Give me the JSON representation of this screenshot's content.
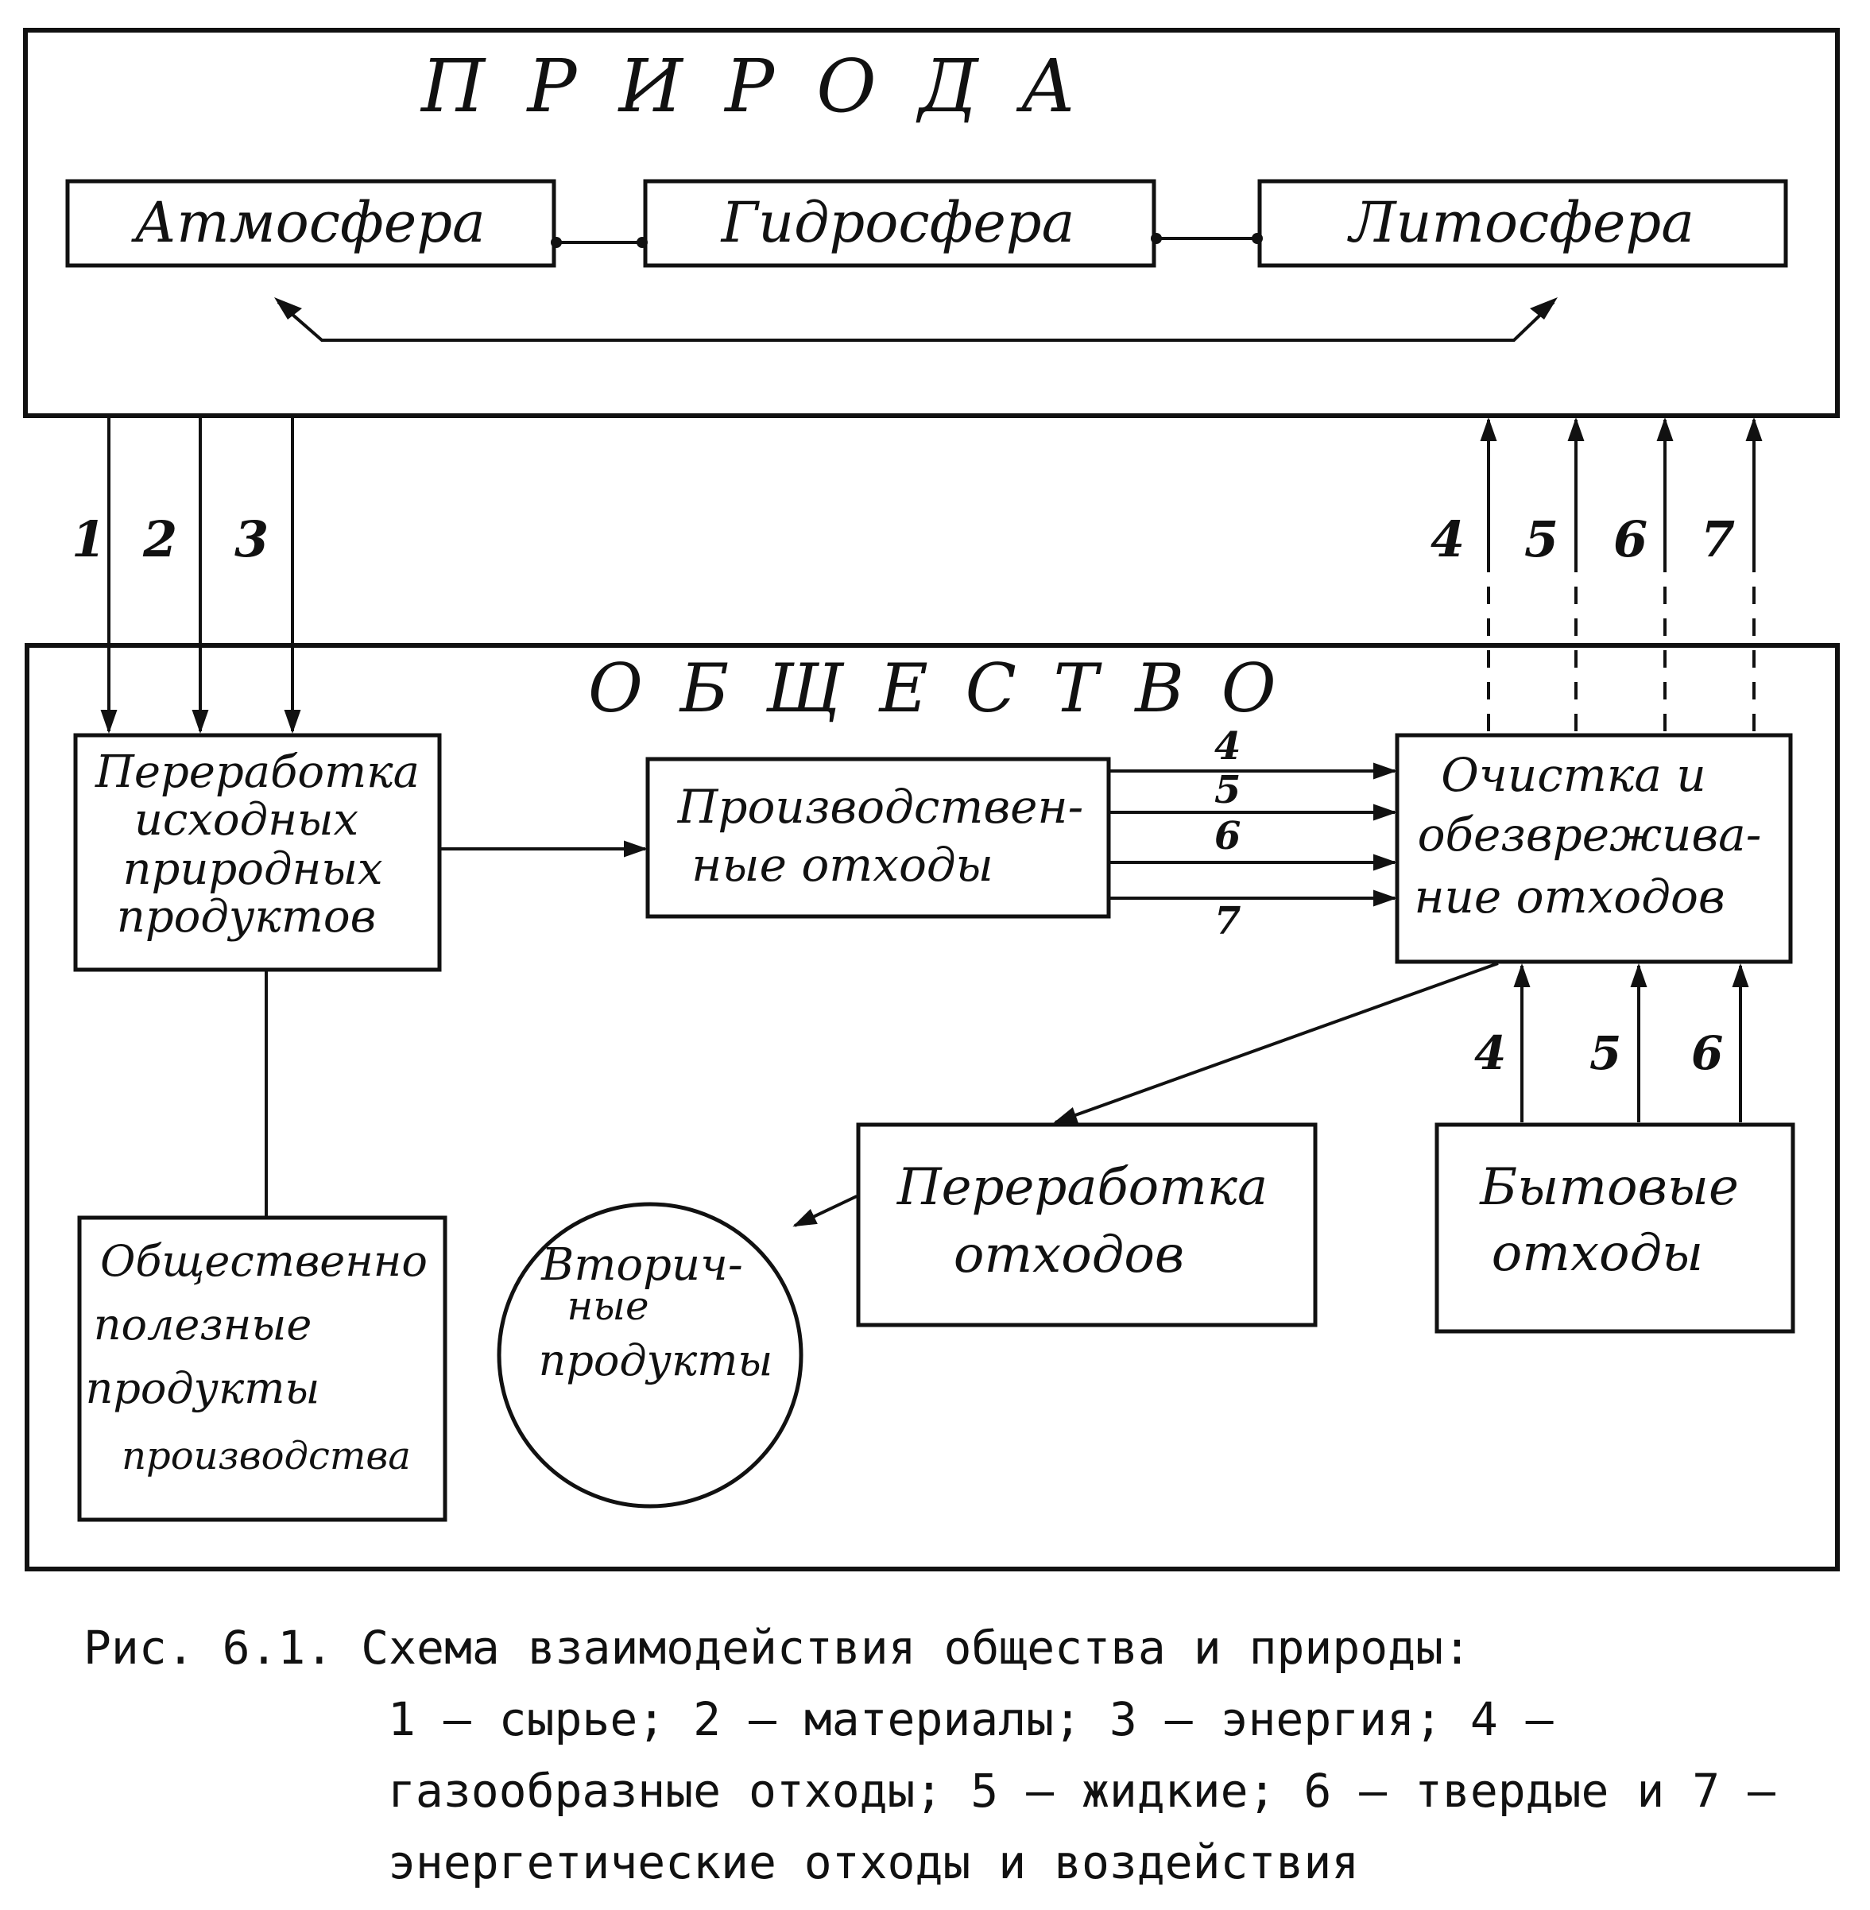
{
  "nature": {
    "title": "П Р И Р О Д А",
    "spheres": [
      "Атмосфера",
      "Гидросфера",
      "Литосфера"
    ]
  },
  "society": {
    "title": "О Б Щ Е С Т В О",
    "processing": [
      "Переработка",
      "исходных",
      "природных",
      "продуктов"
    ],
    "industrial_waste": [
      "Производствен-",
      "ные отходы"
    ],
    "treatment": [
      "Очистка и",
      "обезврежива-",
      "ние отходов"
    ],
    "useful_products": [
      "Общественно",
      "полезные",
      "продукты",
      "производства"
    ],
    "waste_recycling": [
      "Переработка",
      "отходов"
    ],
    "household_waste": [
      "Бытовые",
      "отходы"
    ],
    "secondary_products": [
      "Вторич-",
      "ные",
      "продукты"
    ]
  },
  "flows": {
    "inputs": [
      "1",
      "2",
      "3"
    ],
    "outputs_to_nature": [
      "4",
      "5",
      "6",
      "7"
    ],
    "industrial_flows": [
      "4",
      "5",
      "6",
      "7"
    ],
    "household_flows": [
      "4",
      "5",
      "6"
    ]
  },
  "caption": {
    "first_line": "Рис. 6.1. Схема взаимодействия общества и природы:",
    "rest": "1 – сырье; 2 – материалы; 3 – энергия; 4 – газообразные отходы; 5 – жидкие; 6 – твердые и 7 – энергетические отходы и воздействия"
  }
}
